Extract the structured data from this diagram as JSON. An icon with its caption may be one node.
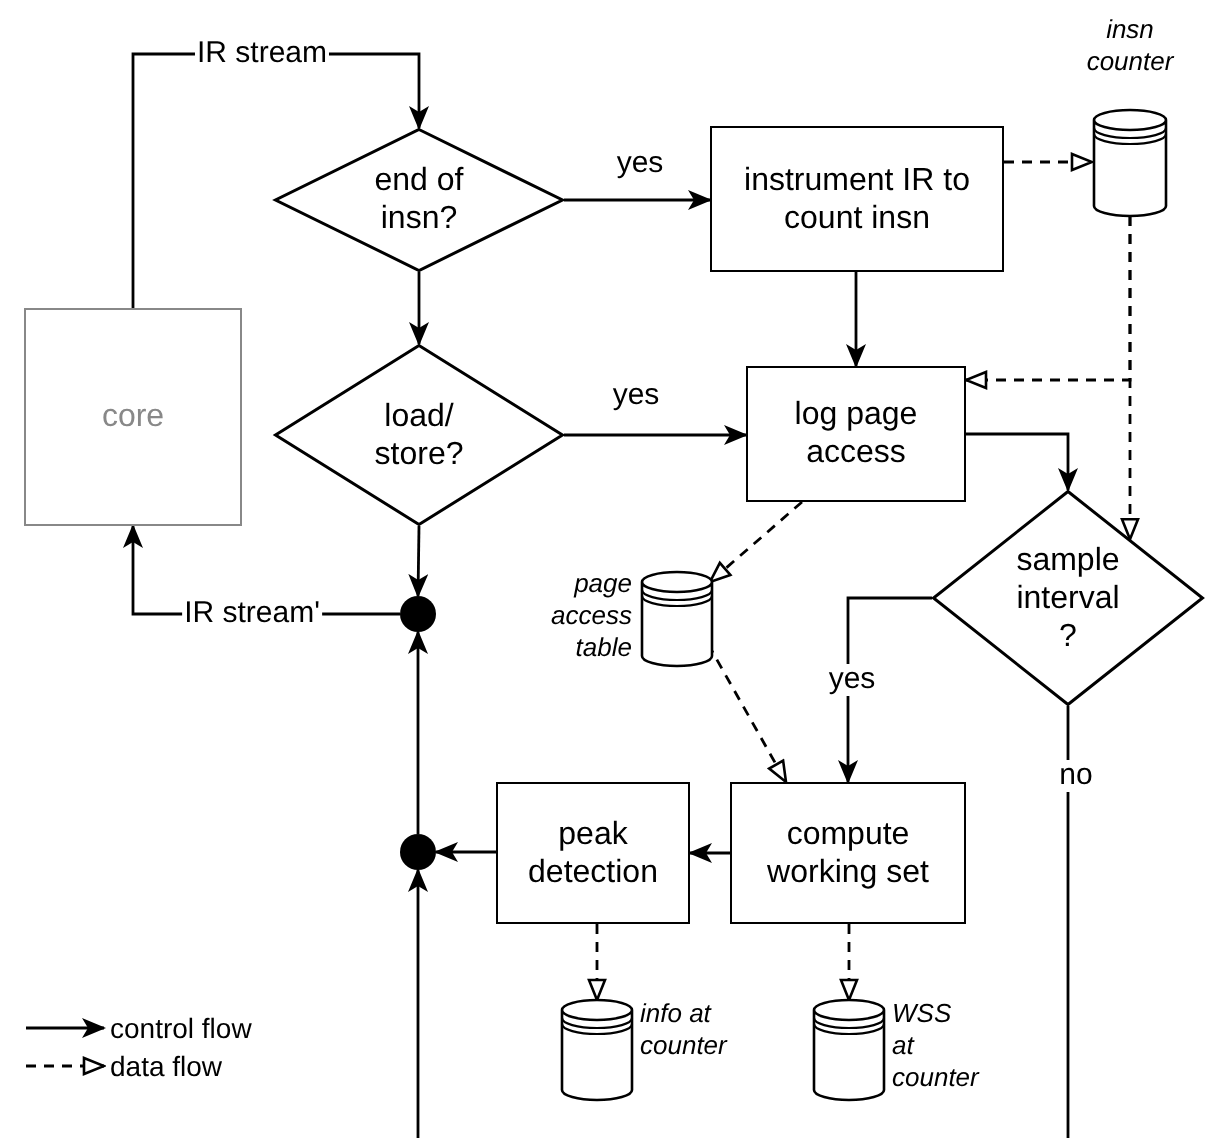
{
  "diagram": {
    "nodes": [
      {
        "text": [
          "end of insn?"
        ]
      },
      {
        "text": [
          "instrument IR to count insn"
        ]
      },
      {
        "text": [
          "insn counter"
        ]
      },
      {
        "text": [
          "load/ store?"
        ]
      },
      {
        "text": [
          "log page access"
        ]
      },
      {
        "text": [
          "sample interval ?"
        ]
      },
      {
        "text": [
          "core"
        ]
      },
      {
        "text": [
          "page access table"
        ]
      },
      {
        "text": [],
        "shape": "circle"
      },
      {
        "text": [
          "peak detection"
        ]
      },
      {
        "text": [
          "compute working set"
        ]
      },
      {
        "text": [],
        "shape": "circle"
      },
      {
        "text": [
          "info at counter"
        ]
      },
      {
        "text": [
          "WSS at counter"
        ]
      }
    ],
    "edges": [
      {
        "from": 6,
        "to": 0,
        "arrow": "to",
        "label": "IR stream"
      },
      {
        "from": 0,
        "to": 1,
        "arrow": "to",
        "label": "yes"
      },
      {
        "from": 0,
        "to": 3,
        "arrow": "to"
      },
      {
        "from": 1,
        "to": 4,
        "arrow": "to"
      },
      {
        "from": 3,
        "to": 4,
        "arrow": "to",
        "label": "yes"
      },
      {
        "from": 1,
        "to": 2,
        "arrow": "to",
        "style": "dashed"
      },
      {
        "from": 2,
        "to": 4,
        "arrow": "to",
        "style": "dashed"
      },
      {
        "from": 2,
        "to": 5,
        "arrow": "to",
        "style": "dashed"
      },
      {
        "from": 4,
        "to": 5,
        "arrow": "to"
      },
      {
        "from": 4,
        "to": 7,
        "arrow": "to",
        "style": "dashed"
      },
      {
        "from": 7,
        "to": 10,
        "arrow": "to",
        "style": "dashed"
      },
      {
        "from": 5,
        "to": 10,
        "arrow": "to",
        "label": "yes"
      },
      {
        "from": 5,
        "to": null,
        "arrow": "none",
        "label": "no"
      },
      {
        "from": 3,
        "to": 8,
        "arrow": "to"
      },
      {
        "from": 8,
        "to": 6,
        "arrow": "to",
        "label": "IR stream'"
      },
      {
        "from": 11,
        "to": 8,
        "arrow": "to"
      },
      {
        "from": 9,
        "to": 11,
        "arrow": "to"
      },
      {
        "from": null,
        "to": 11,
        "arrow": "to"
      },
      {
        "from": 10,
        "to": 9,
        "arrow": "to"
      },
      {
        "from": 9,
        "to": 12,
        "arrow": "to",
        "style": "dashed"
      },
      {
        "from": 10,
        "to": 13,
        "arrow": "to",
        "style": "dashed"
      }
    ],
    "legend": [
      {
        "text": "control flow"
      },
      {
        "text": "data flow"
      }
    ]
  }
}
